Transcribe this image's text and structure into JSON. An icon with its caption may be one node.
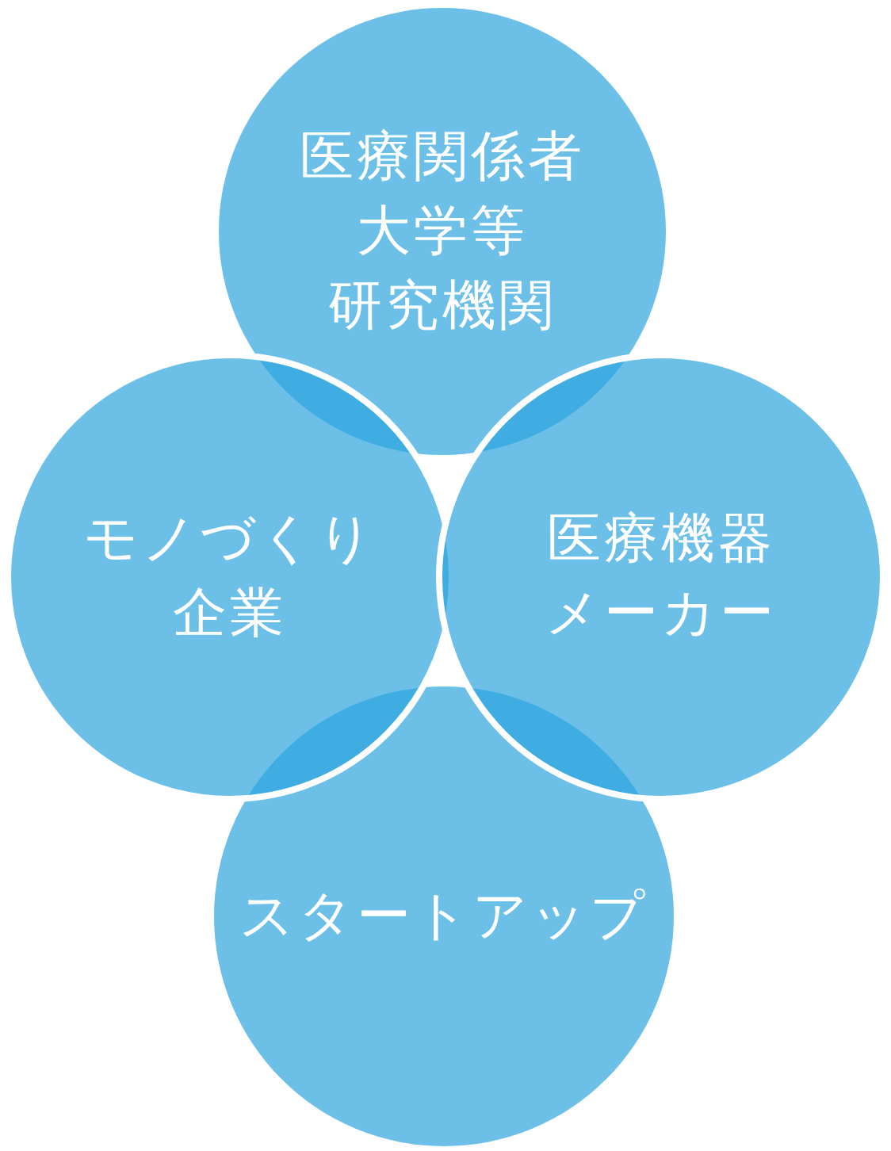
{
  "diagram": {
    "nodes": [
      {
        "text": [
          "医療関係者",
          "大学等",
          "研究機関"
        ]
      },
      {
        "text": [
          "モノづくり企業"
        ]
      },
      {
        "text": [
          "医療機器メーカー"
        ]
      },
      {
        "text": [
          "スタートアップ"
        ]
      }
    ]
  }
}
